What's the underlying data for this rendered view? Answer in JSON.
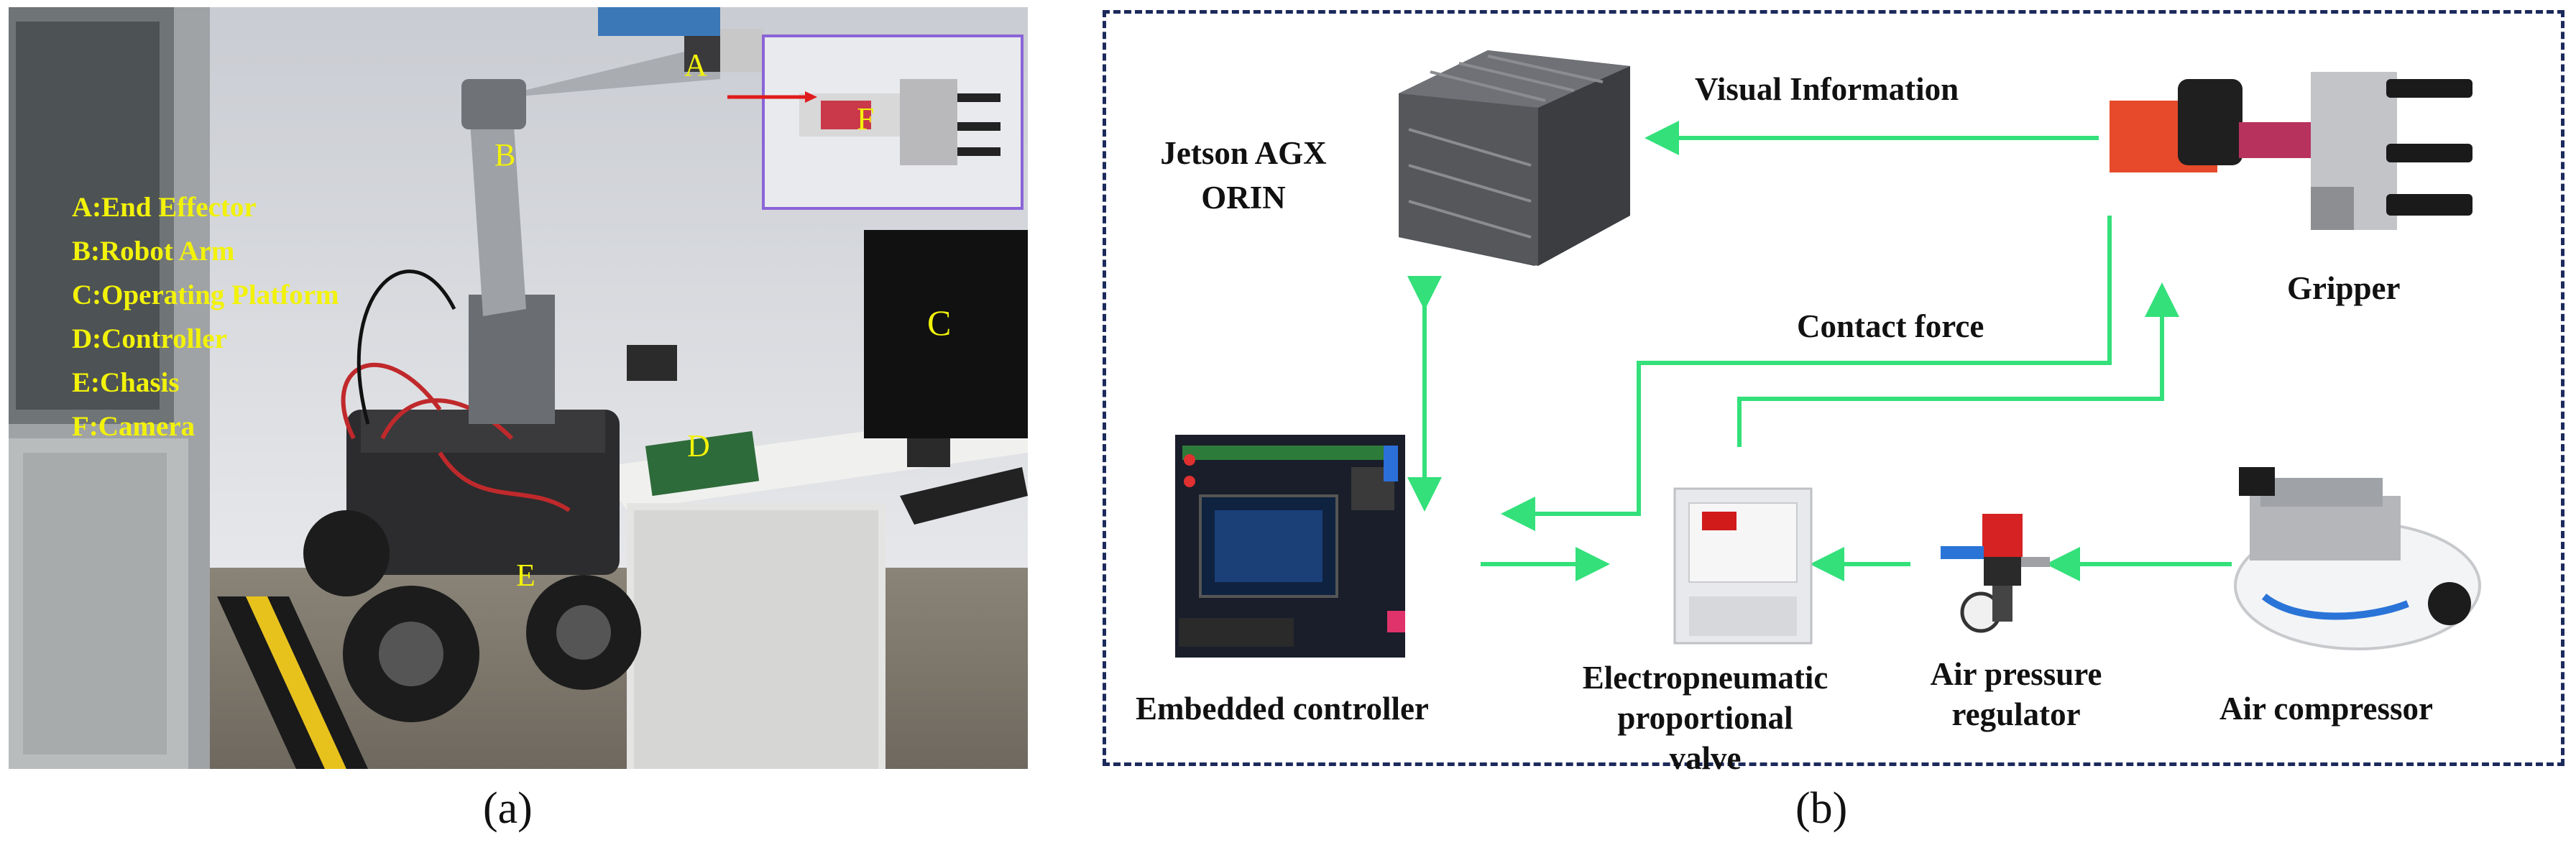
{
  "panel_a": {
    "caption": "(a)",
    "legend": [
      "A:End Effector",
      "B:Robot Arm",
      "C:Operating Platform",
      "D:Controller",
      "E:Chasis",
      "F:Camera"
    ],
    "markers": {
      "a": "A",
      "b": "B",
      "c": "C",
      "d": "D",
      "e": "E",
      "f": "F"
    }
  },
  "panel_b": {
    "caption": "(b)",
    "labels": {
      "jetson": "Jetson AGX ORIN",
      "visual_information": "Visual Information",
      "gripper": "Gripper",
      "contact_force": "Contact force",
      "embedded_controller": "Embedded controller",
      "valve": "Electropneumatic proportional valve",
      "regulator": "Air pressure regulator",
      "compressor": "Air compressor"
    },
    "arrow_color": "#33e07a",
    "frame_color": "#1c2a5c"
  }
}
